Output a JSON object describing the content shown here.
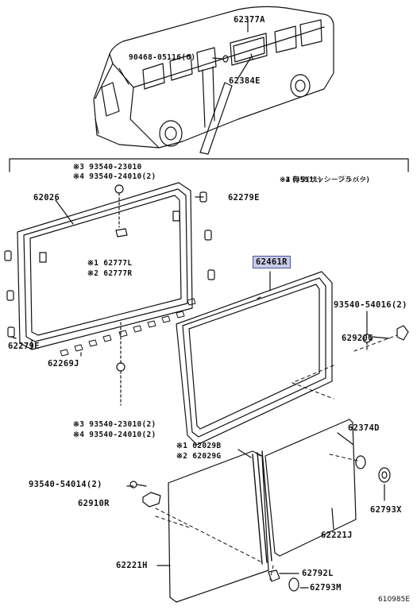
{
  "parts": {
    "p62377A": "62377A",
    "p90468": "90468-05116(6)",
    "p62384E": "62384E",
    "p62026": "62026",
    "p62279E_top": "62279E",
    "p93540_top_a": "※3 93540-23010",
    "p93540_top_b": "※4 93540-24010(2)",
    "p62777L": "※1 62777L",
    "p62777R": "※2 62777R",
    "p62461R": "62461R",
    "p93540_54016": "93540-54016(2)",
    "p62920G": "62920G",
    "p62279E_bottom": "62279E",
    "p62269J": "62269J",
    "p93540_bot_a": "※3 93540-23010(2)",
    "p93540_bot_b": "※4 93540-24010(2)",
    "p62374D": "62374D",
    "p62029B": "※1 62029B",
    "p62029G": "※2 62029G",
    "p93540_54014": "93540-54014(2)",
    "p62910R": "62910R",
    "p62793X": "62793X",
    "p62221J": "62221J",
    "p62221H": "62221H",
    "p62792L": "62792L",
    "p62793M": "62793M"
  },
  "notes": {
    "n1": "※1 有り(サッシーシルバー)",
    "n2": "※2 有り(サッシーブラック)",
    "n3": "※3 (        -9511)",
    "n4": "※4 (9511-        )"
  },
  "figure_id": "610985E",
  "colors": {
    "highlight_bg": "#c7cbe6",
    "highlight_border": "#4b55a3"
  }
}
